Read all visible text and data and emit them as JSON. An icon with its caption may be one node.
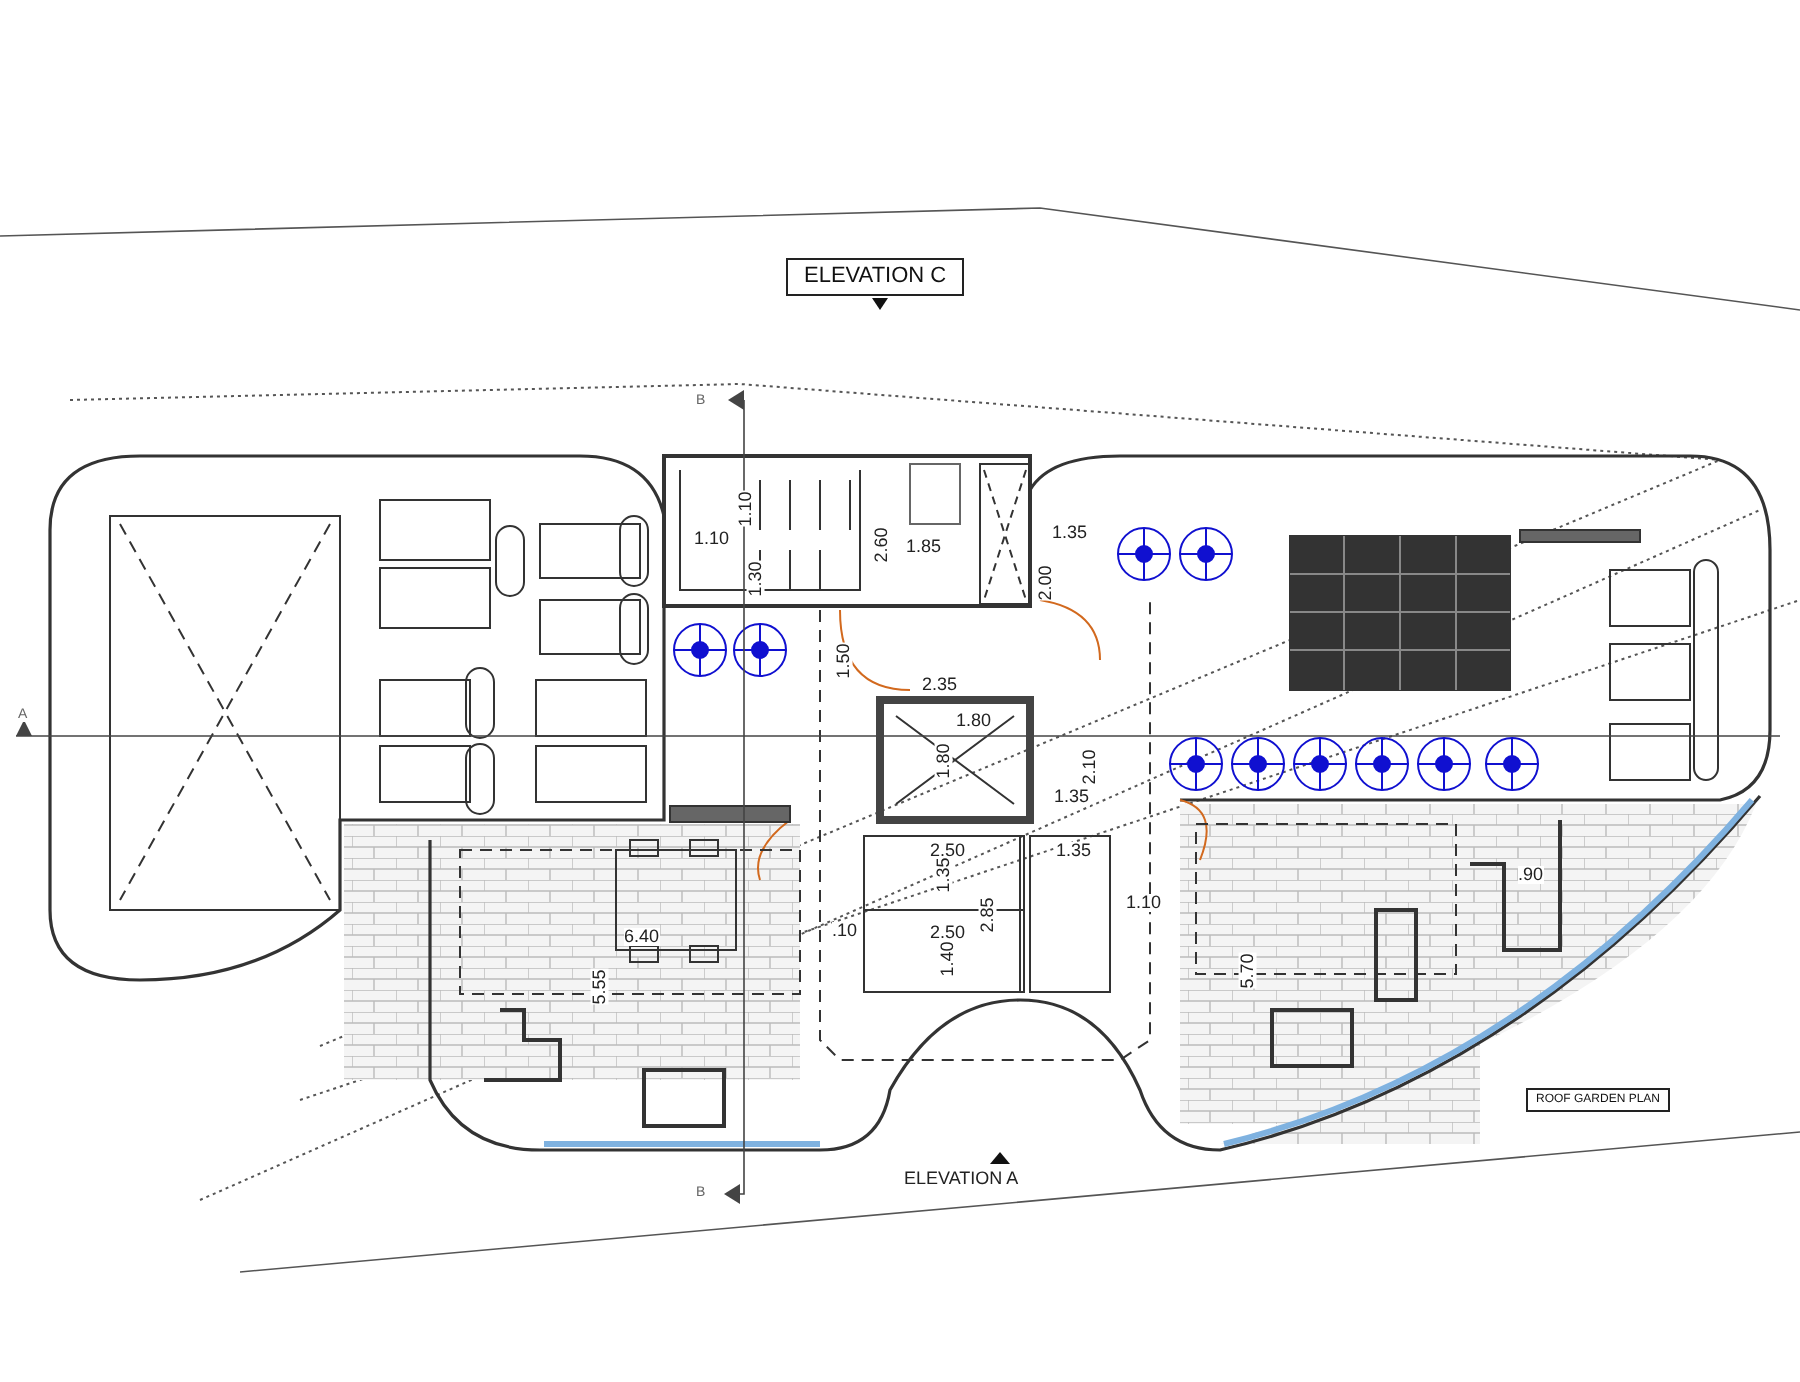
{
  "diagram": {
    "title": "ROOF GARDEN PLAN",
    "labels": [
      "ELEVATION C",
      "B",
      "1.10",
      "1.35",
      "2.60",
      "1.10",
      "1.85",
      "1.30",
      "2.00",
      "1.50",
      "2.35",
      "A",
      "1.80",
      "1.80",
      "2.10",
      "1.35",
      "2.50",
      "1.35",
      "1.35",
      ".90",
      "2.85",
      "1.10",
      "6.40",
      ".10",
      "2.50",
      "1.40",
      "5.70",
      "5.55",
      "ELEVATION A",
      "B"
    ]
  }
}
